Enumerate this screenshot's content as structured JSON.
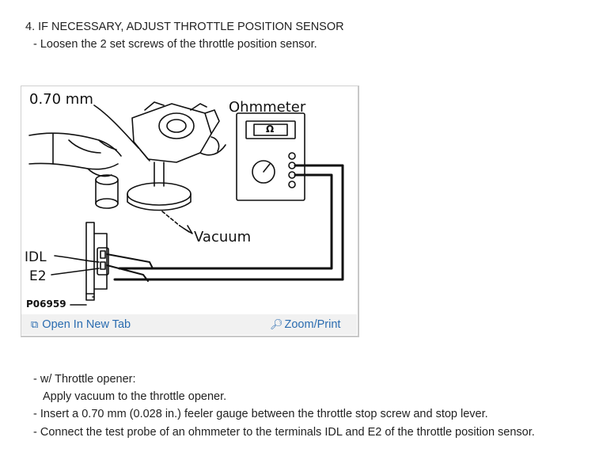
{
  "heading": "4. IF NECESSARY, ADJUST THROTTLE POSITION SENSOR",
  "steps_top": [
    "-  Loosen the 2 set screws of the throttle position sensor."
  ],
  "figure": {
    "labels": {
      "feeler": "0.70 mm",
      "ohmmeter": "Ohmmeter",
      "meter_symbol": "Ω",
      "vacuum": "Vacuum",
      "idl": "IDL",
      "e2": "E2",
      "code": "P06959"
    },
    "toolbar": {
      "open_tab": "Open In New Tab",
      "open_tab_icon": "open-new-tab-icon",
      "zoom": "Zoom/Print",
      "zoom_icon": "magnifier-icon"
    }
  },
  "steps_bottom": [
    "-  w/ Throttle opener:",
    "Apply vacuum to the throttle opener.",
    "-  Insert a 0.70 mm (0.028 in.) feeler gauge between the throttle stop screw and stop lever.",
    "-  Connect the test probe of an ohmmeter to the terminals IDL and E2 of the throttle position sensor."
  ]
}
